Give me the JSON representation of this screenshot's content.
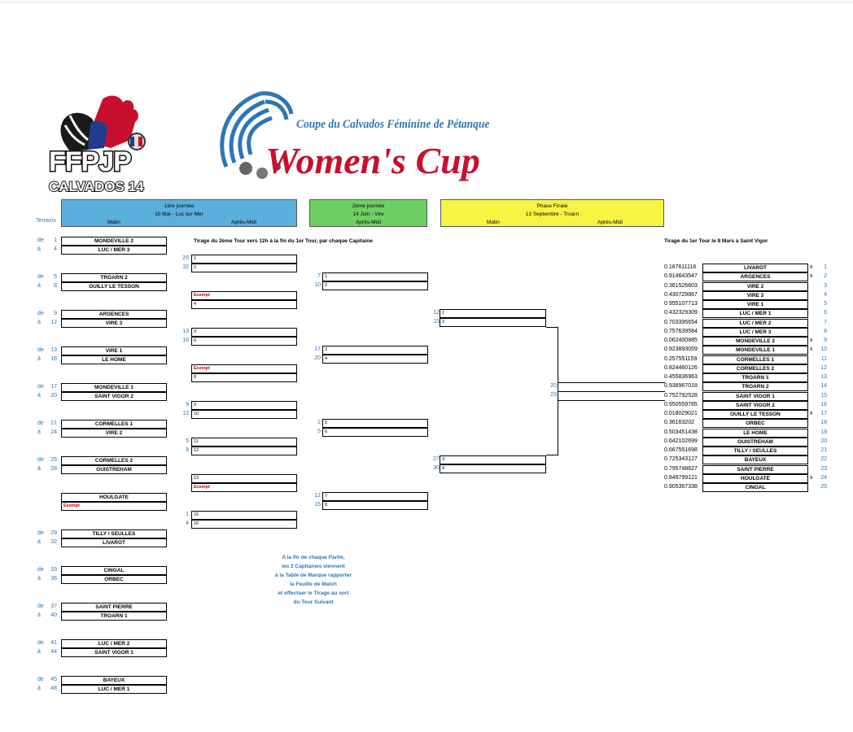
{
  "logos": {
    "ffpjp_line1": "FFPJP",
    "ffpjp_line2": "CALVADOS 14",
    "cup_subtitle": "Coupe du Calvados Féminine de Pétanque",
    "cup_title": "Women's Cup"
  },
  "header": {
    "terrains": "Terrains",
    "day1": {
      "title": "1ère journée",
      "date": "10 Mai - Luc sur Mer",
      "left": "Matin",
      "right": "Après-Midi"
    },
    "day2": {
      "title": "2ème journée",
      "date": "14 Juin - Vire",
      "center": "Après-Midi"
    },
    "final": {
      "title": "Phase Finale",
      "date": "13 Septembre - Troarn",
      "left": "Matin",
      "right": "Après-Midi"
    }
  },
  "colors": {
    "day1_bg": "#5aafdd",
    "day2_bg": "#6fcf63",
    "final_bg": "#f7f342",
    "accent": "#2e75b6",
    "exempt": "#c00000"
  },
  "round2_note": "Tirage du 2ème Tour vers 12h à la fin du 1er Tour, par chaque Capitaine",
  "draw_note": "Tirage du 1er Tour le 8 Mars à Saint Vigor",
  "end_note": [
    "A la fin de chaque Partie,",
    "les 2 Capitaines viennent",
    "à la Table de Marque rapporter",
    "la Feuille de Match",
    "et effectuer le Tirage au sort",
    "du Tour Suivant"
  ],
  "first_round": [
    {
      "de": "de",
      "a": "à",
      "t1": "1",
      "t2": "4",
      "team1": "MONDEVILLE  2",
      "team2": "LUC / MER 3"
    },
    {
      "de": "de",
      "a": "à",
      "t1": "5",
      "t2": "8",
      "team1": "TROARN 2",
      "team2": "OUILLY LE TESSON"
    },
    {
      "de": "de",
      "a": "à",
      "t1": "9",
      "t2": "12",
      "team1": "ARGENCES",
      "team2": "VIRE  3"
    },
    {
      "de": "de",
      "a": "à",
      "t1": "13",
      "t2": "16",
      "team1": "VIRE 1",
      "team2": "LE HOME"
    },
    {
      "de": "de",
      "a": "à",
      "t1": "17",
      "t2": "20",
      "team1": "MONDEVILLE 1",
      "team2": "SAINT VIGOR 2"
    },
    {
      "de": "de",
      "a": "à",
      "t1": "21",
      "t2": "24",
      "team1": "CORMELLES 1",
      "team2": "VIRE  2"
    },
    {
      "de": "de",
      "a": "à",
      "t1": "25",
      "t2": "28",
      "team1": "CORMELLES 2",
      "team2": "OUISTREHAM"
    },
    {
      "de": "",
      "a": "",
      "t1": "",
      "t2": "",
      "team1": "HOULGATE",
      "team2": "Exempt"
    },
    {
      "de": "de",
      "a": "à",
      "t1": "29",
      "t2": "32",
      "team1": "TILLY / SEULLES",
      "team2": "LIVAROT"
    },
    {
      "de": "de",
      "a": "à",
      "t1": "33",
      "t2": "36",
      "team1": "CINGAL",
      "team2": "ORBEC"
    },
    {
      "de": "de",
      "a": "à",
      "t1": "37",
      "t2": "40",
      "team1": "SAINT PIERRE",
      "team2": "TROARN 1"
    },
    {
      "de": "de",
      "a": "à",
      "t1": "41",
      "t2": "44",
      "team1": "LUC / MER 2",
      "team2": "SAINT VIGOR 1"
    },
    {
      "de": "de",
      "a": "à",
      "t1": "45",
      "t2": "48",
      "team1": "BAYEUX",
      "team2": "LUC / MER 1"
    }
  ],
  "second_round": [
    {
      "ta": "29",
      "tb": "32",
      "a": "1",
      "b": "2"
    },
    {
      "ta": "",
      "tb": "",
      "a": "Exempt",
      "b": "4"
    },
    {
      "ta": "13",
      "tb": "16",
      "a": "3",
      "b": "6"
    },
    {
      "ta": "",
      "tb": "",
      "a": "Exempt",
      "b": "8"
    },
    {
      "ta": "9",
      "tb": "12",
      "a": "9",
      "b": "10"
    },
    {
      "ta": "5",
      "tb": "8",
      "a": "11",
      "b": "12"
    },
    {
      "ta": "",
      "tb": "",
      "a": "13",
      "b": "Exempt"
    },
    {
      "ta": "1",
      "tb": "4",
      "a": "15",
      "b": "16"
    }
  ],
  "third_round": [
    {
      "ta": "7",
      "tb": "10",
      "a": "1",
      "b": "2"
    },
    {
      "ta": "17",
      "tb": "20",
      "a": "3",
      "b": "4"
    },
    {
      "ta": "2",
      "tb": "5",
      "a": "5",
      "b": "6"
    },
    {
      "ta": "12",
      "tb": "15",
      "a": "7",
      "b": "8"
    }
  ],
  "semis": [
    {
      "ta": "12",
      "tb": "15",
      "a": "1",
      "b": "2"
    },
    {
      "ta": "27",
      "tb": "30",
      "a": "3",
      "b": "4"
    }
  ],
  "final_match": {
    "ta": "20",
    "tb": "23"
  },
  "draw_list": [
    {
      "rnd": "0.187611116",
      "team": "LIVAROT",
      "x": "x",
      "n": "1"
    },
    {
      "rnd": "0.914643547",
      "team": "ARGENCES",
      "x": "x",
      "n": "2"
    },
    {
      "rnd": "0.361526603",
      "team": "VIRE  2",
      "x": "",
      "n": "3"
    },
    {
      "rnd": "0.430729867",
      "team": "VIRE  3",
      "x": "",
      "n": "4"
    },
    {
      "rnd": "0.955107713",
      "team": "VIRE 1",
      "x": "",
      "n": "5"
    },
    {
      "rnd": "0.432329309",
      "team": "LUC / MER 1",
      "x": "",
      "n": "6"
    },
    {
      "rnd": "0.703395654",
      "team": "LUC / MER 2",
      "x": "",
      "n": "7"
    },
    {
      "rnd": "0.757639584",
      "team": "LUC / MER 3",
      "x": "",
      "n": "8"
    },
    {
      "rnd": "0.062400885",
      "team": "MONDEVILLE  2",
      "x": "x",
      "n": "9"
    },
    {
      "rnd": "0.923893059",
      "team": "MONDEVILLE 1",
      "x": "x",
      "n": "10"
    },
    {
      "rnd": "0.257551159",
      "team": "CORMELLES 1",
      "x": "",
      "n": "11"
    },
    {
      "rnd": "0.824460126",
      "team": "CORMELLES 2",
      "x": "",
      "n": "12"
    },
    {
      "rnd": "0.455836963",
      "team": "TROARN 1",
      "x": "",
      "n": "13"
    },
    {
      "rnd": "0.938967018",
      "team": "TROARN 2",
      "x": "",
      "n": "14"
    },
    {
      "rnd": "0.752792528",
      "team": "SAINT VIGOR 1",
      "x": "",
      "n": "15"
    },
    {
      "rnd": "0.950559785",
      "team": "SAINT VIGOR 2",
      "x": "",
      "n": "16"
    },
    {
      "rnd": "0.018029021",
      "team": "OUILLY LE TESSON",
      "x": "x",
      "n": "17"
    },
    {
      "rnd": "0.36163202",
      "team": "ORBEC",
      "x": "",
      "n": "18"
    },
    {
      "rnd": "0.503451438",
      "team": "LE HOME",
      "x": "",
      "n": "19"
    },
    {
      "rnd": "0.642102699",
      "team": "OUISTREHAM",
      "x": "",
      "n": "20"
    },
    {
      "rnd": "0.667551698",
      "team": "TILLY / SEULLES",
      "x": "",
      "n": "21"
    },
    {
      "rnd": "0.725343127",
      "team": "BAYEUX",
      "x": "",
      "n": "22"
    },
    {
      "rnd": "0.795748627",
      "team": "SAINT PIERRE",
      "x": "",
      "n": "23"
    },
    {
      "rnd": "0.849799121",
      "team": "HOULGATE",
      "x": "x",
      "n": "24"
    },
    {
      "rnd": "0.905367338",
      "team": "CINGAL",
      "x": "",
      "n": "25"
    }
  ]
}
